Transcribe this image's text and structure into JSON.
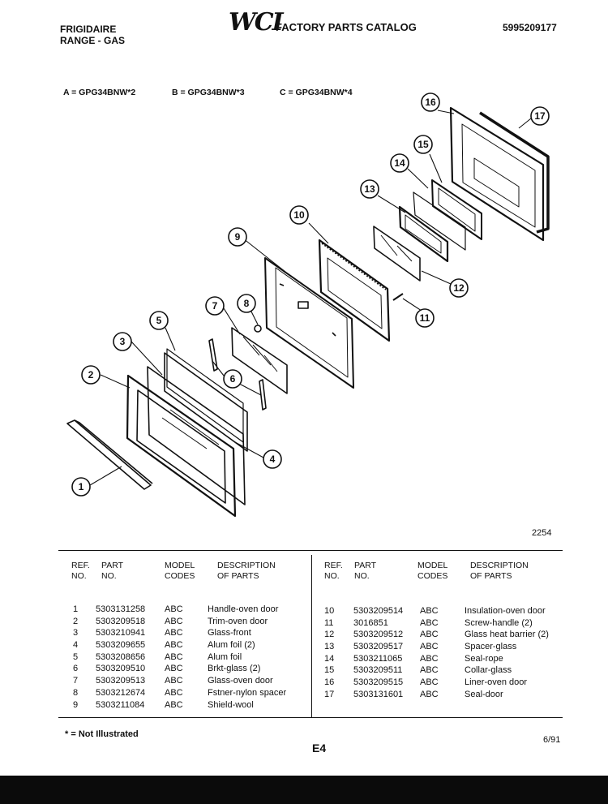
{
  "header": {
    "brand": "FRIGIDAIRE",
    "product": "RANGE - GAS",
    "logo_text": "WCI",
    "catalog_title": "FACTORY PARTS CATALOG",
    "catalog_number": "5995209177"
  },
  "models": [
    {
      "label": "A = GPG34BNW*2"
    },
    {
      "label": "B = GPG34BNW*3"
    },
    {
      "label": "C = GPG34BNW*4"
    }
  ],
  "diagram": {
    "callouts": [
      "1",
      "2",
      "3",
      "4",
      "5",
      "6",
      "7",
      "8",
      "9",
      "10",
      "11",
      "12",
      "13",
      "14",
      "15",
      "16",
      "17"
    ],
    "figure_number": "2254"
  },
  "table": {
    "headers": {
      "ref_no": [
        "REF.",
        "NO."
      ],
      "part_no": [
        "PART",
        "NO."
      ],
      "model_codes": [
        "MODEL",
        "CODES"
      ],
      "description": [
        "DESCRIPTION",
        "OF PARTS"
      ]
    },
    "left_rows": [
      {
        "ref": "1",
        "part": "5303131258",
        "codes": "ABC",
        "desc": "Handle-oven door"
      },
      {
        "ref": "2",
        "part": "5303209518",
        "codes": "ABC",
        "desc": "Trim-oven door"
      },
      {
        "ref": "3",
        "part": "5303210941",
        "codes": "ABC",
        "desc": "Glass-front"
      },
      {
        "ref": "4",
        "part": "5303209655",
        "codes": "ABC",
        "desc": "Alum foil (2)"
      },
      {
        "ref": "5",
        "part": "5303208656",
        "codes": "ABC",
        "desc": "Alum foil"
      },
      {
        "ref": "6",
        "part": "5303209510",
        "codes": "ABC",
        "desc": "Brkt-glass (2)"
      },
      {
        "ref": "7",
        "part": "5303209513",
        "codes": "ABC",
        "desc": "Glass-oven door"
      },
      {
        "ref": "8",
        "part": "5303212674",
        "codes": "ABC",
        "desc": "Fstner-nylon spacer"
      },
      {
        "ref": "9",
        "part": "5303211084",
        "codes": "ABC",
        "desc": "Shield-wool"
      }
    ],
    "right_rows": [
      {
        "ref": "10",
        "part": "5303209514",
        "codes": "ABC",
        "desc": "Insulation-oven door"
      },
      {
        "ref": "11",
        "part": "3016851",
        "codes": "ABC",
        "desc": "Screw-handle (2)"
      },
      {
        "ref": "12",
        "part": "5303209512",
        "codes": "ABC",
        "desc": "Glass heat barrier (2)"
      },
      {
        "ref": "13",
        "part": "5303209517",
        "codes": "ABC",
        "desc": "Spacer-glass"
      },
      {
        "ref": "14",
        "part": "5303211065",
        "codes": "ABC",
        "desc": "Seal-rope"
      },
      {
        "ref": "15",
        "part": "5303209511",
        "codes": "ABC",
        "desc": "Collar-glass"
      },
      {
        "ref": "16",
        "part": "5303209515",
        "codes": "ABC",
        "desc": "Liner-oven door"
      },
      {
        "ref": "17",
        "part": "5303131601",
        "codes": "ABC",
        "desc": "Seal-door"
      }
    ]
  },
  "footer": {
    "note": "* = Not Illustrated",
    "page_code": "E4",
    "date": "6/91"
  }
}
